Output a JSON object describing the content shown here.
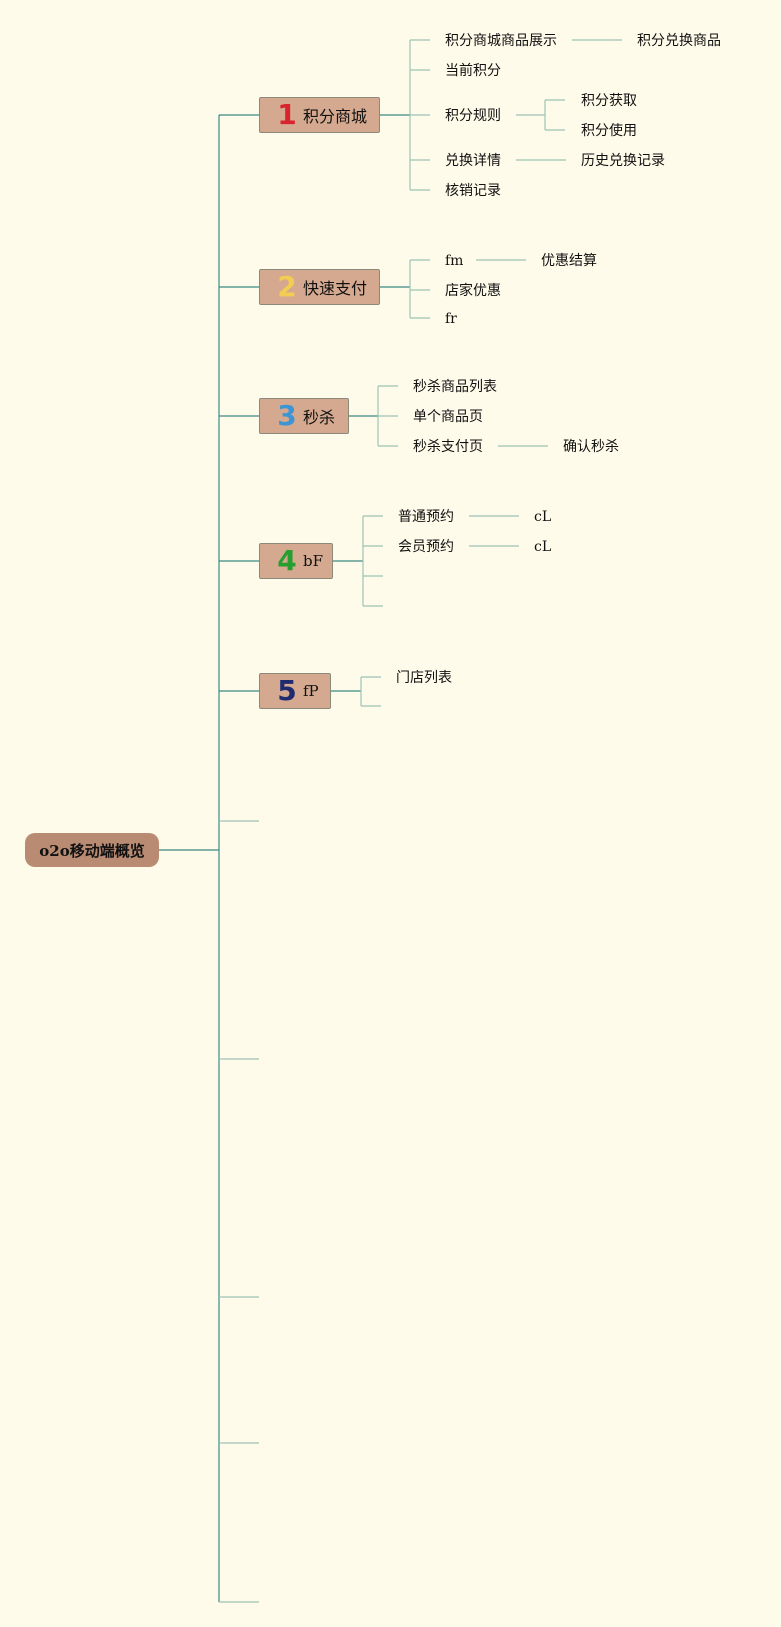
{
  "colors": {
    "background": "#fffbea",
    "root_fill": "#b88b72",
    "branch_fill": "#d4a98f",
    "trunk_line": "#3b8a82",
    "leaf_line": "#9cc4b4",
    "num1": "#d8242f",
    "num2": "#f3cd52",
    "num3": "#3d95d3",
    "num4": "#279f30",
    "num5": "#202a6f"
  },
  "root": {
    "label": "o2o移动端概览"
  },
  "branches": [
    {
      "number": "1",
      "label": "积分商城",
      "children": [
        {
          "label": "积分商城商品展示",
          "children": [
            {
              "label": "积分兑换商品"
            }
          ]
        },
        {
          "label": "当前积分"
        },
        {
          "label": "积分规则",
          "children": [
            {
              "label": "积分获取"
            },
            {
              "label": "积分使用"
            }
          ]
        },
        {
          "label": "兑换详情",
          "children": [
            {
              "label": "历史兑换记录"
            }
          ]
        },
        {
          "label": "核销记录"
        }
      ]
    },
    {
      "number": "2",
      "label": "快速支付",
      "children": [
        {
          "label": "fm",
          "children": [
            {
              "label": "优惠结算"
            }
          ]
        },
        {
          "label": "店家优惠"
        },
        {
          "label": "fr"
        }
      ]
    },
    {
      "number": "3",
      "label": "秒杀",
      "children": [
        {
          "label": "秒杀商品列表"
        },
        {
          "label": "单个商品页"
        },
        {
          "label": "秒杀支付页",
          "children": [
            {
              "label": "确认秒杀"
            }
          ]
        }
      ]
    },
    {
      "number": "4",
      "label": "bF",
      "children": [
        {
          "label": "普通预约",
          "children": [
            {
              "label": "cL"
            }
          ]
        },
        {
          "label": "会员预约",
          "children": [
            {
              "label": "cL"
            }
          ]
        },
        {
          "label": ""
        },
        {
          "label": ""
        }
      ]
    },
    {
      "number": "5",
      "label": "fP",
      "children": [
        {
          "label": "门店列表"
        },
        {
          "label": ""
        }
      ]
    }
  ]
}
